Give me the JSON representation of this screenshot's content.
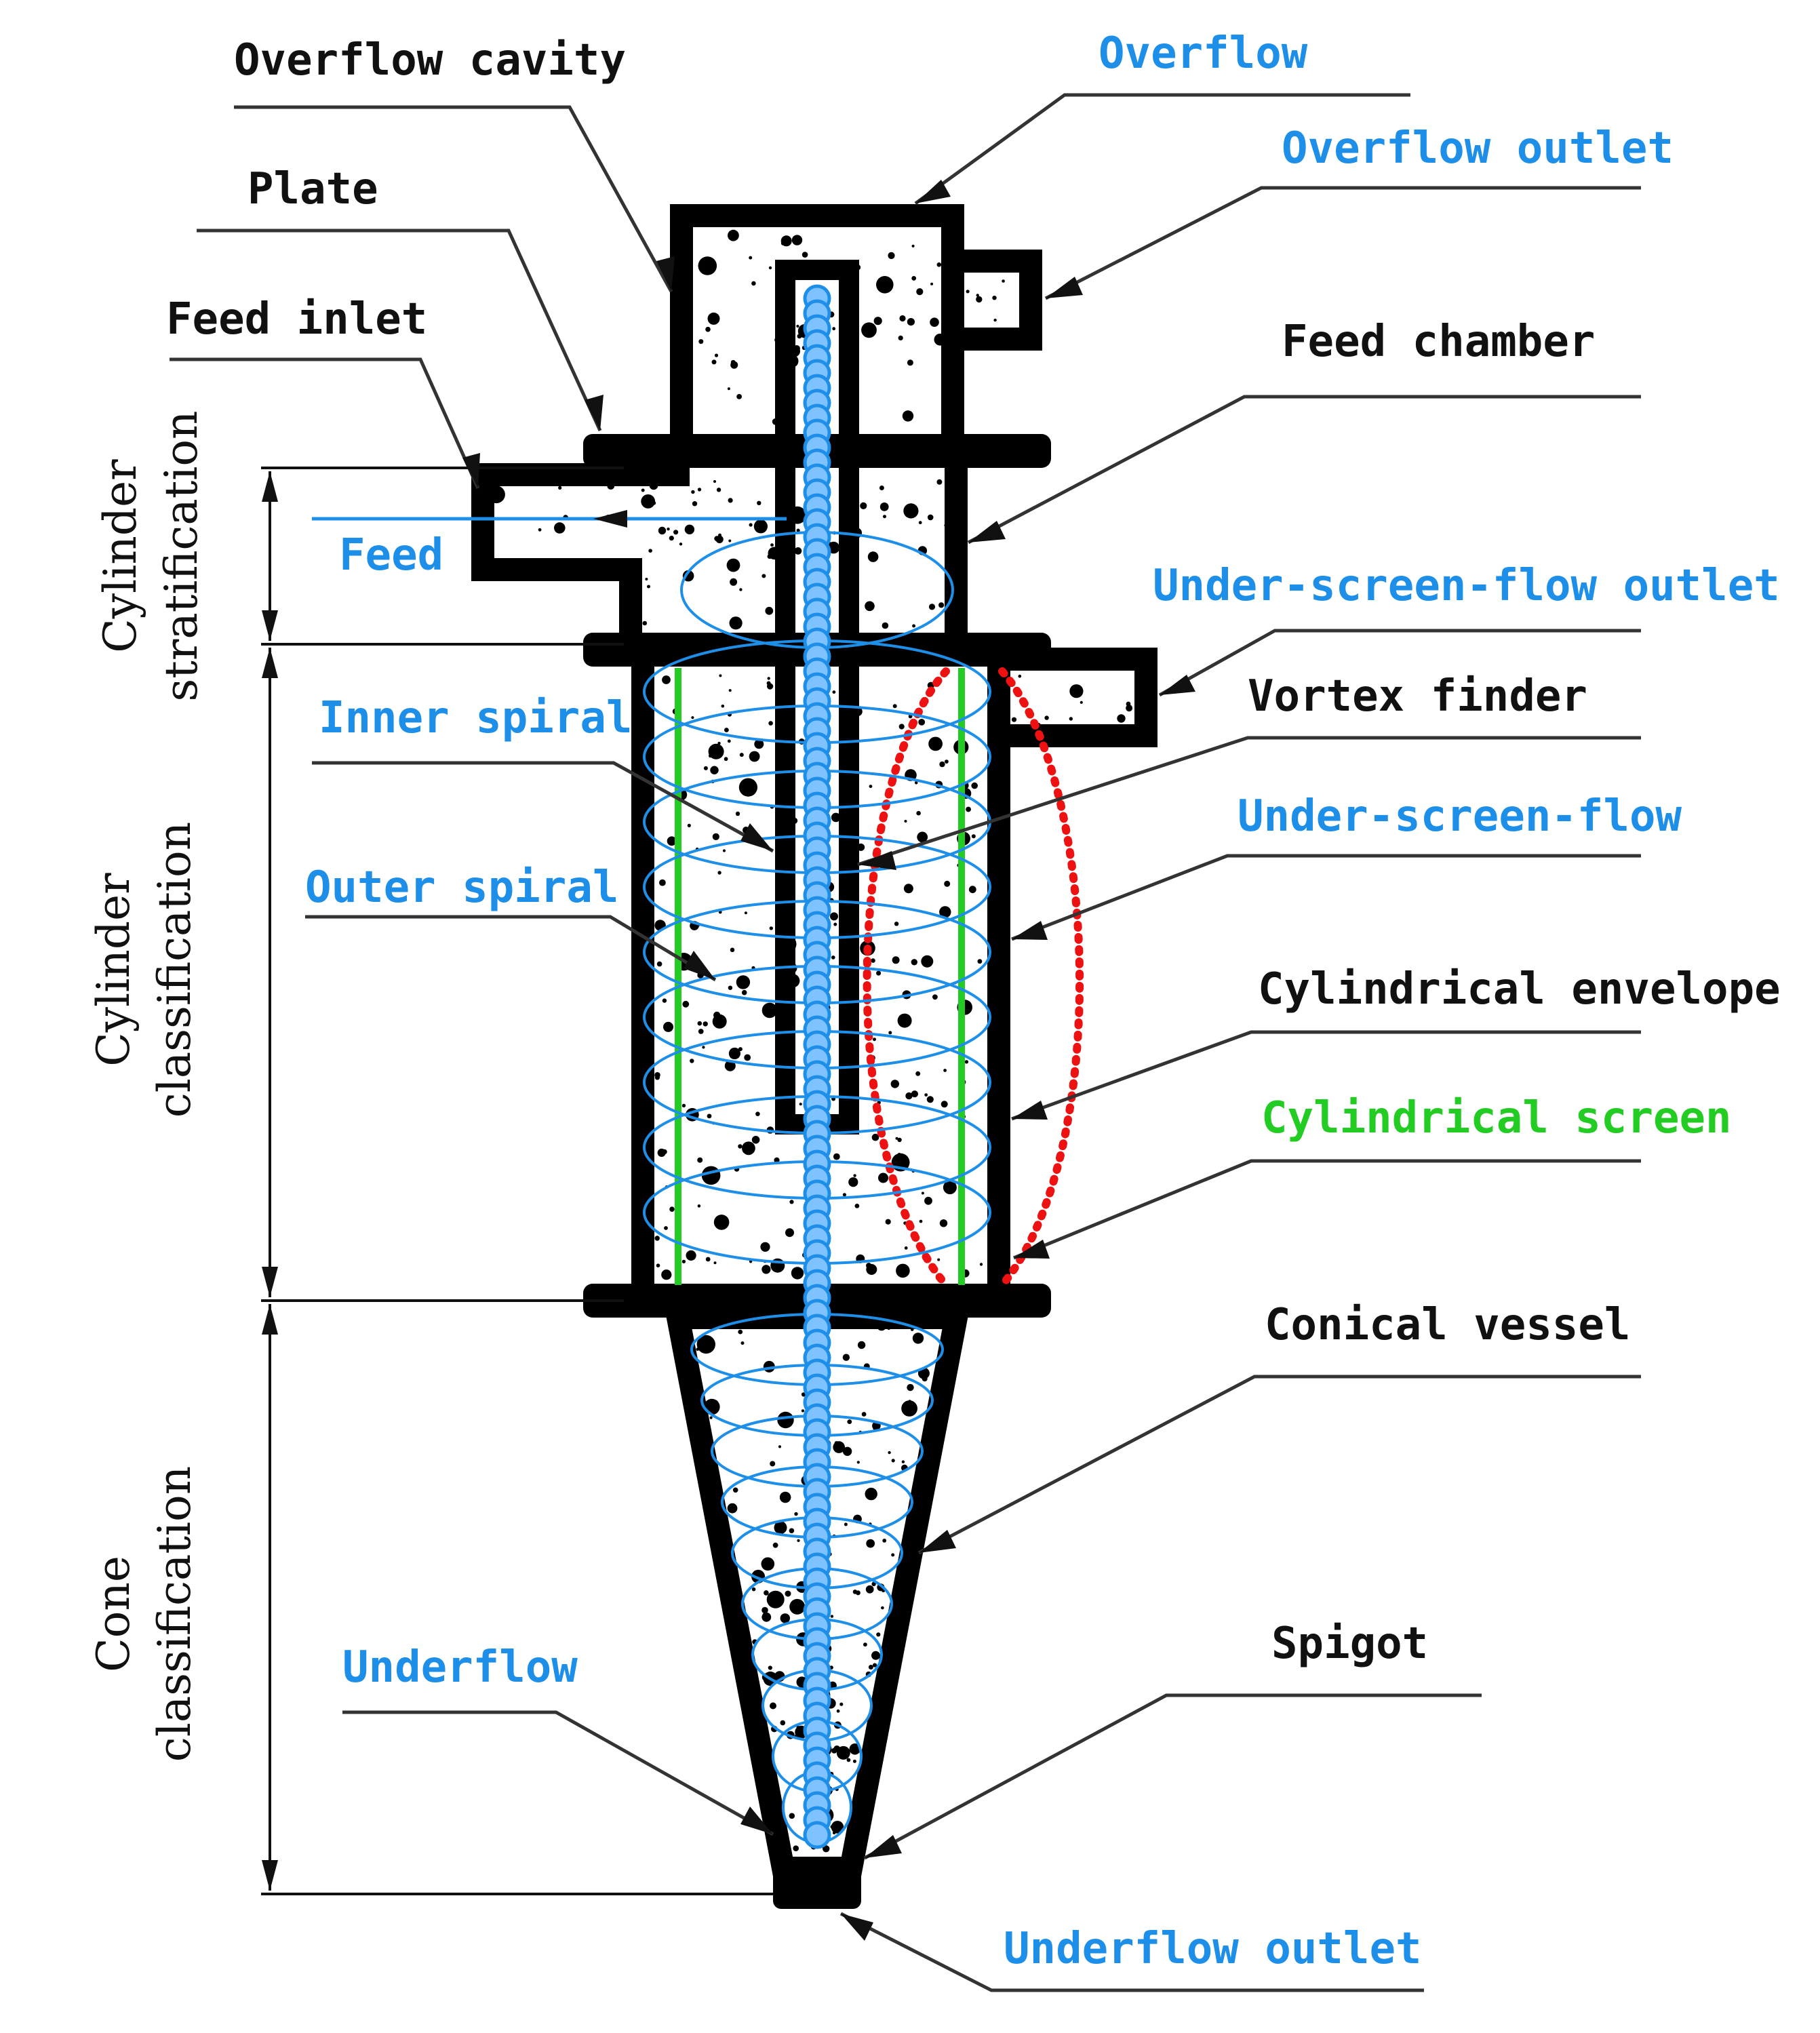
{
  "labels": {
    "overflow_cavity": "Overflow cavity",
    "overflow": "Overflow",
    "overflow_outlet": "Overflow outlet",
    "plate": "Plate",
    "feed_inlet": "Feed inlet",
    "feed_chamber": "Feed chamber",
    "feed": "Feed",
    "under_screen_flow_outlet": "Under-screen-flow outlet",
    "vortex_finder": "Vortex finder",
    "inner_spiral": "Inner spiral",
    "under_screen_flow": "Under-screen-flow",
    "outer_spiral": "Outer spiral",
    "cylindrical_envelope": "Cylindrical envelope",
    "cylindrical_screen": "Cylindrical screen",
    "conical_vessel": "Conical vessel",
    "spigot": "Spigot",
    "underflow": "Underflow",
    "underflow_outlet": "Underflow outlet"
  },
  "sections": {
    "cylinder_stratification": [
      "Cylinder",
      "stratification"
    ],
    "cylinder_classification": [
      "Cylinder",
      "classification"
    ],
    "cone_classification": [
      "Cone",
      "classification"
    ]
  },
  "colors": {
    "structure": "#000000",
    "flow_blue": "#1e8fe8",
    "screen_green": "#22cc22",
    "under_screen_red": "#ee1111",
    "label_black": "#111111"
  }
}
